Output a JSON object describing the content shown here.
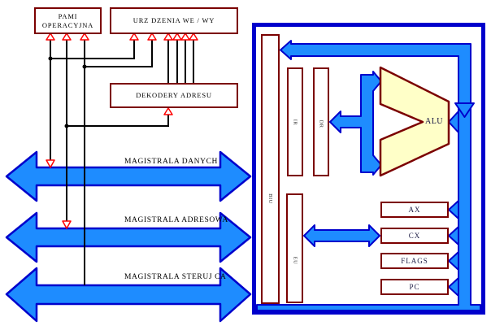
{
  "memory_box": {
    "line1": "PAMI",
    "line2": "OPERACYJNA"
  },
  "io_box": {
    "label": "URZ DZENIA WE / WY"
  },
  "decoder_box": {
    "label": "DEKODERY ADRESU"
  },
  "buses": {
    "data": "MAGISTRALA DANYCH",
    "address": "MAGISTRALA ADRESOWA",
    "control": "MAGISTRALA STERUJ CA"
  },
  "cpu": {
    "biu_label": "BIU",
    "ir_label": "IR",
    "dr_label": "DR",
    "eu_label": "EU",
    "alu_label": "ALU",
    "registers": [
      {
        "label": "AX"
      },
      {
        "label": "CX"
      },
      {
        "label": "FLAGS"
      },
      {
        "label": "PC"
      }
    ]
  },
  "colors": {
    "box_border": "#7B0000",
    "bus_fill": "#1E8CFF",
    "bus_outline": "#0000CC",
    "alu_fill": "#FFFFC8",
    "wire": "#000000",
    "arrow_red": "#FF0000"
  }
}
